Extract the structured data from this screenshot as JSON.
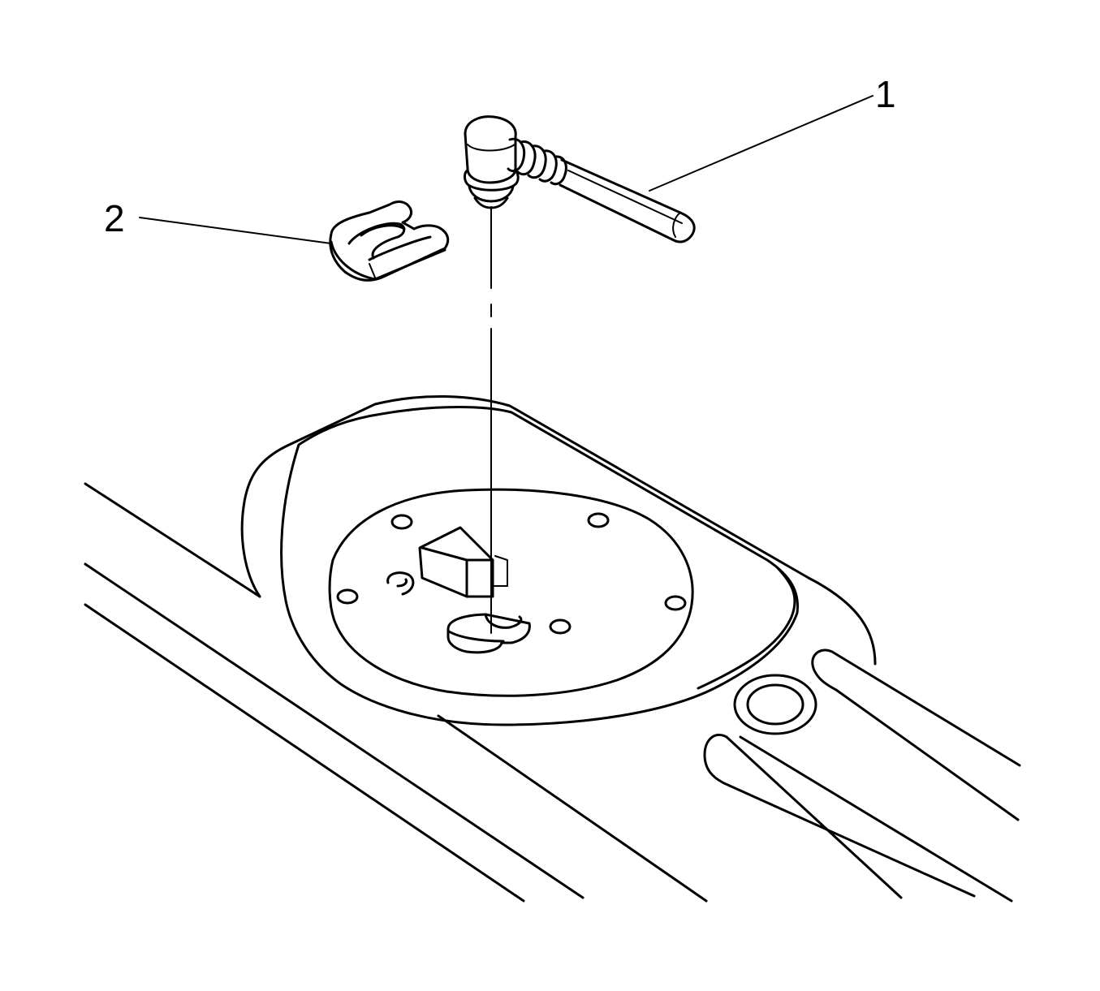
{
  "callouts": [
    {
      "number": "1",
      "part": "fuel-feed-line-connector"
    },
    {
      "number": "2",
      "part": "retaining-clip"
    }
  ],
  "colors": {
    "line": "#000000",
    "background": "#ffffff"
  }
}
